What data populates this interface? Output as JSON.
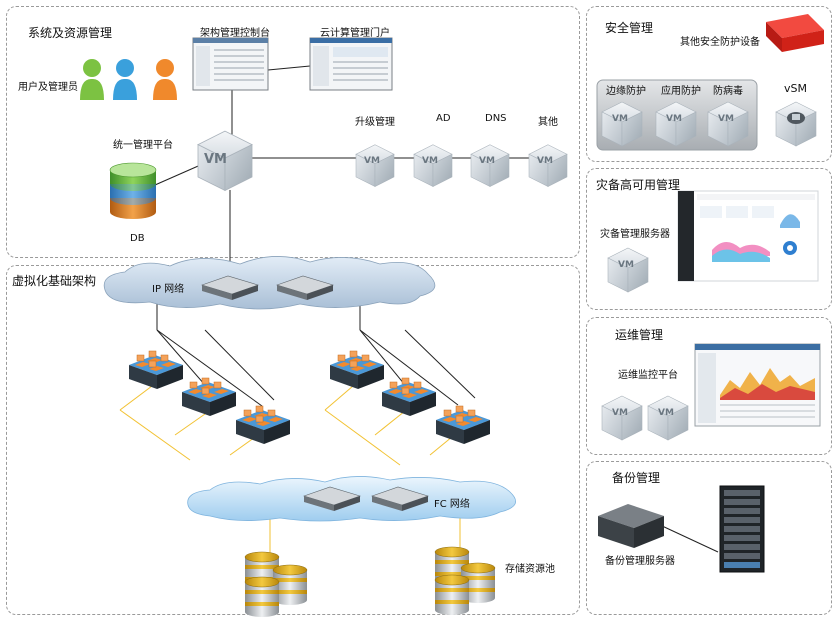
{
  "sections": {
    "system_mgmt": "系统及资源管理",
    "virtual_infra": "虚拟化基础架构",
    "security": "安全管理",
    "disaster": "灾备高可用管理",
    "ops": "运维管理",
    "backup": "备份管理"
  },
  "labels": {
    "users": "用户及管理员",
    "arch_console": "架构管理控制台",
    "cloud_portal": "云计算管理门户",
    "unified_platform": "统一管理平台",
    "db": "DB",
    "upgrade": "升级管理",
    "ad": "AD",
    "dns": "DNS",
    "other": "其他",
    "ip_network": "IP 网络",
    "fc_network": "FC 网络",
    "storage_pool": "存储资源池",
    "other_security": "其他安全防护设备",
    "edge_protect": "边缘防护",
    "app_protect": "应用防护",
    "antivirus": "防病毒",
    "vsm": "vSM",
    "dr_server": "灾备管理服务器",
    "monitor_platform": "运维监控平台",
    "backup_server": "备份管理服务器",
    "vm": "VM"
  },
  "colors": {
    "user_green": "#7cc242",
    "user_blue": "#3aa0dc",
    "user_orange": "#f0892c",
    "firewall_red": "#e0251b",
    "cloud_blue": "#c9dcef",
    "fc_cloud": "#cfe6f8",
    "storage_gold": "#d8a21c",
    "fc_line": "#f2c233"
  }
}
